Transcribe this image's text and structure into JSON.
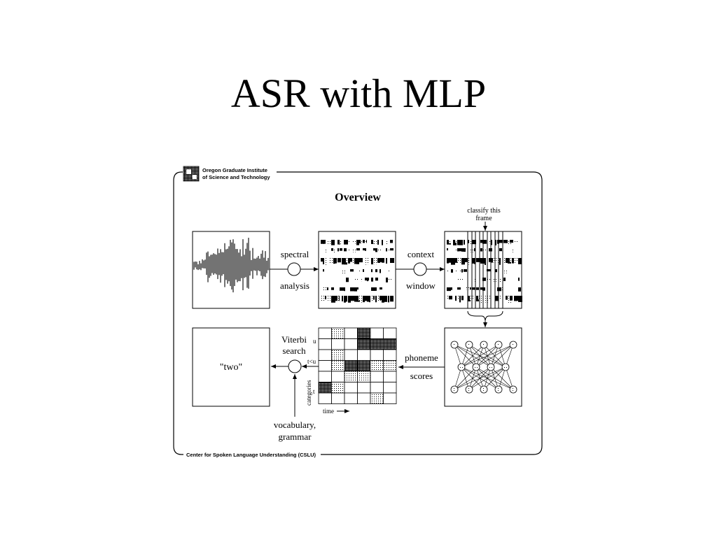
{
  "slide": {
    "title": "ASR with MLP"
  },
  "frame": {
    "header_line1": "Oregon Graduate Institute",
    "header_line2": "of Science and Technology",
    "footer": "Center for Spoken Language Understanding (CSLU)"
  },
  "diagram": {
    "title": "Overview",
    "classify_line1": "classify this",
    "classify_line2": "frame",
    "spectral": "spectral",
    "analysis": "analysis",
    "context": "context",
    "window": "window",
    "viterbi": "Viterbi",
    "search": "search",
    "phoneme": "phoneme",
    "scores": "scores",
    "vocabulary": "vocabulary,",
    "grammar": "grammar",
    "output_word": "\"two\"",
    "row_u": "u",
    "row_tcu": "t<u",
    "row_t": "t",
    "categories": "categories",
    "time": "time"
  }
}
